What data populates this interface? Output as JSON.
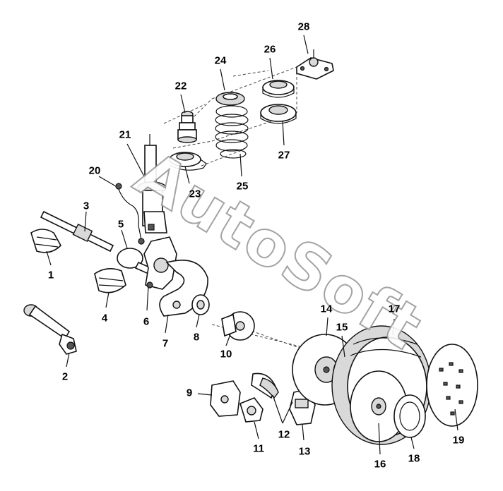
{
  "diagram": {
    "watermark": "AutoSoft",
    "labels": [
      "1",
      "2",
      "3",
      "4",
      "5",
      "6",
      "7",
      "8",
      "9",
      "10",
      "11",
      "12",
      "13",
      "14",
      "15",
      "16",
      "17",
      "18",
      "19",
      "20",
      "21",
      "22",
      "23",
      "24",
      "25",
      "26",
      "27",
      "28"
    ]
  }
}
